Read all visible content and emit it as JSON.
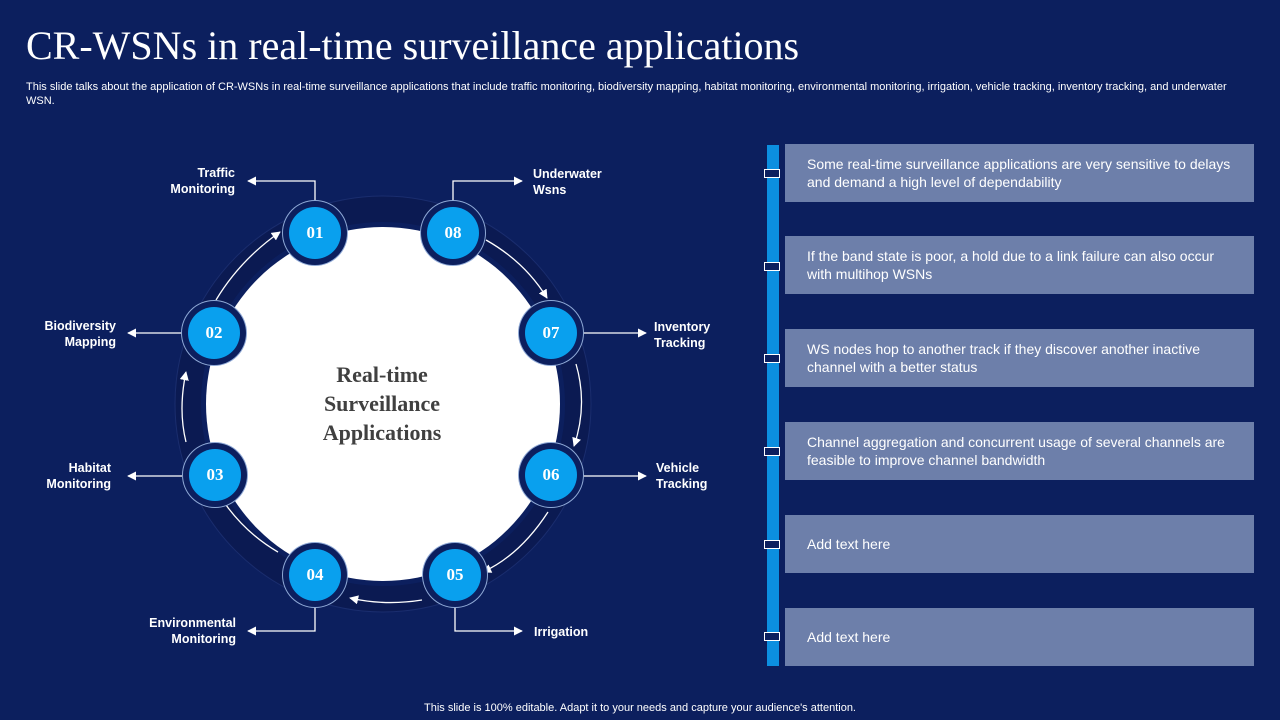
{
  "slide": {
    "title": "CR-WSNs in real-time surveillance applications",
    "subtitle": "This slide talks about the application of CR-WSNs in real-time surveillance applications that include traffic monitoring, biodiversity mapping, habitat monitoring, environmental monitoring, irrigation, vehicle tracking, inventory tracking, and underwater WSN.",
    "footer": "This slide is 100% editable. Adapt it to your needs and capture your audience's attention."
  },
  "diagram": {
    "center_label": "Real-time Surveillance Applications",
    "nodes": [
      {
        "num": "01",
        "label": "Traffic Monitoring"
      },
      {
        "num": "02",
        "label": "Biodiversity Mapping"
      },
      {
        "num": "03",
        "label": "Habitat Monitoring"
      },
      {
        "num": "04",
        "label": "Environmental Monitoring"
      },
      {
        "num": "05",
        "label": "Irrigation"
      },
      {
        "num": "06",
        "label": "Vehicle Tracking"
      },
      {
        "num": "07",
        "label": "Inventory Tracking"
      },
      {
        "num": "08",
        "label": "Underwater Wsns"
      }
    ]
  },
  "panel": {
    "items": [
      "Some real-time surveillance applications are very sensitive to delays and demand a high level of dependability",
      "If the band state is poor, a hold due to a link failure can also occur with multihop WSNs",
      "WS nodes hop to another track if they discover another inactive channel with a better status",
      "Channel aggregation and concurrent usage of several channels are feasible to improve channel bandwidth",
      "Add text here",
      "Add text here"
    ]
  },
  "colors": {
    "background": "#0c1f5e",
    "node_fill": "#09a0ee",
    "center_circle": "#ffffff",
    "panel_box": "#6d7faa",
    "timeline": "#0c8fe0"
  }
}
